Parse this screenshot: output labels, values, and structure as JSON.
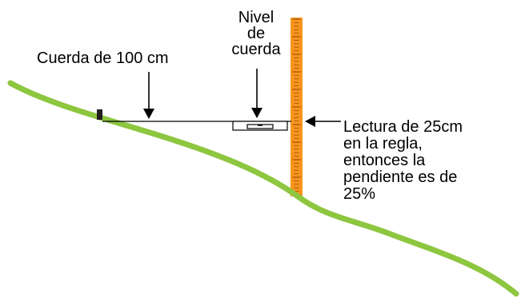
{
  "labels": {
    "rope": "Cuerda de 100 cm",
    "level_lines": [
      "Nivel",
      "de",
      "cuerda"
    ],
    "reading_lines": [
      "Lectura de 25cm",
      "en la regla,",
      "entonces la",
      "pendiente es de",
      "25%"
    ]
  },
  "colors": {
    "ground": "#8dc63f",
    "ruler": "#f7941d",
    "ruler_ticks": "#8a4a00",
    "line": "#000000",
    "stake": "#231f20"
  }
}
